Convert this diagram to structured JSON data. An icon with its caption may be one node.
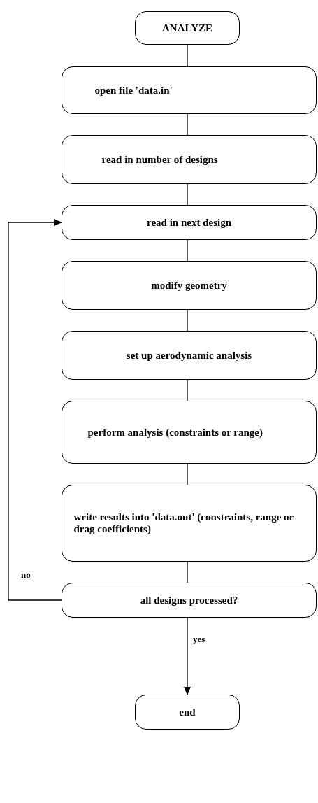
{
  "diagram": {
    "nodes": [
      {
        "text": [
          "ANALYZE"
        ]
      },
      {
        "text": [
          "open file 'data.in'"
        ]
      },
      {
        "text": [
          "read in number of designs"
        ]
      },
      {
        "text": [
          "read in next design"
        ]
      },
      {
        "text": [
          "modify geometry"
        ]
      },
      {
        "text": [
          "set up aerodynamic analysis"
        ]
      },
      {
        "text": [
          "perform analysis (constraints or range)"
        ]
      },
      {
        "text": [
          "write results into 'data.out' (constraints, range or drag coefficients)"
        ]
      },
      {
        "text": [
          "all designs processed?"
        ]
      },
      {
        "text": [
          "end"
        ]
      }
    ],
    "edges": [
      {
        "from": 0,
        "to": 1,
        "arrow": "none"
      },
      {
        "from": 1,
        "to": 2,
        "arrow": "none"
      },
      {
        "from": 2,
        "to": 3,
        "arrow": "none"
      },
      {
        "from": 3,
        "to": 4,
        "arrow": "none"
      },
      {
        "from": 4,
        "to": 5,
        "arrow": "none"
      },
      {
        "from": 5,
        "to": 6,
        "arrow": "none"
      },
      {
        "from": 6,
        "to": 7,
        "arrow": "none"
      },
      {
        "from": 7,
        "to": 8,
        "arrow": "none"
      },
      {
        "from": 8,
        "to": 3,
        "arrow": "to",
        "label": "no"
      },
      {
        "from": 8,
        "to": 9,
        "arrow": "to",
        "label": "yes"
      }
    ]
  }
}
